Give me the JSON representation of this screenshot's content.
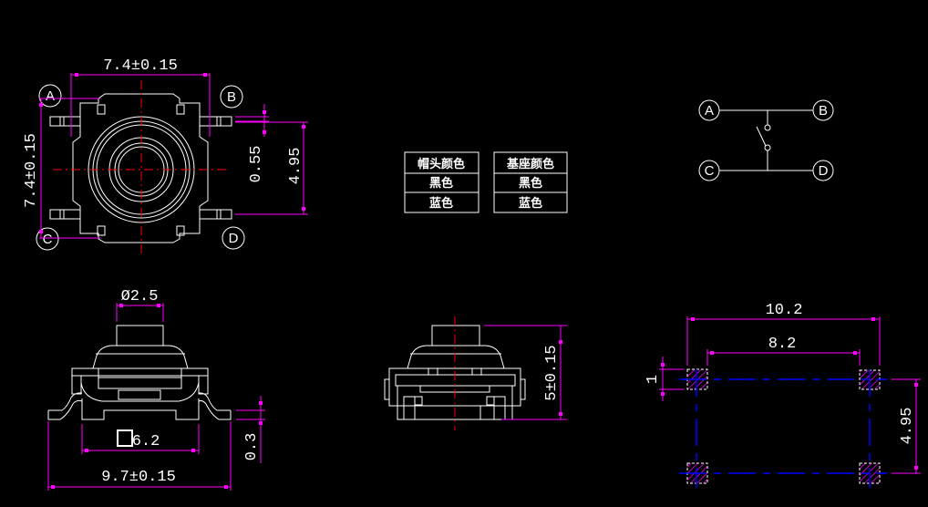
{
  "top_view": {
    "width_dim": "7.4±0.15",
    "height_dim": "7.4±0.15",
    "pin_width_dim": "0.55",
    "pin_pitch_dim": "4.95",
    "terminals": [
      "A",
      "B",
      "C",
      "D"
    ]
  },
  "color_table": {
    "cap": {
      "header": "帽头颜色",
      "rows": [
        "黑色",
        "蓝色"
      ]
    },
    "base": {
      "header": "基座颜色",
      "rows": [
        "黑色",
        "蓝色"
      ]
    }
  },
  "schematic": {
    "terminals": [
      "A",
      "B",
      "C",
      "D"
    ]
  },
  "front_view": {
    "button_dim": "Ø2.5",
    "body_dim_symbol": "□",
    "body_dim": "6.2",
    "overall_dim": "9.7±0.15",
    "lead_thickness_dim": "0.3"
  },
  "side_view": {
    "height_dim": "5±0.15"
  },
  "pad_layout": {
    "outer_dim": "10.2",
    "inner_dim": "8.2",
    "pad_dim": "1",
    "pitch_dim": "4.95"
  },
  "colors": {
    "dimension": "#ff00ff",
    "outline": "#ffffff",
    "centerline": "#ff0000",
    "pad_centerline": "#0000ff"
  }
}
